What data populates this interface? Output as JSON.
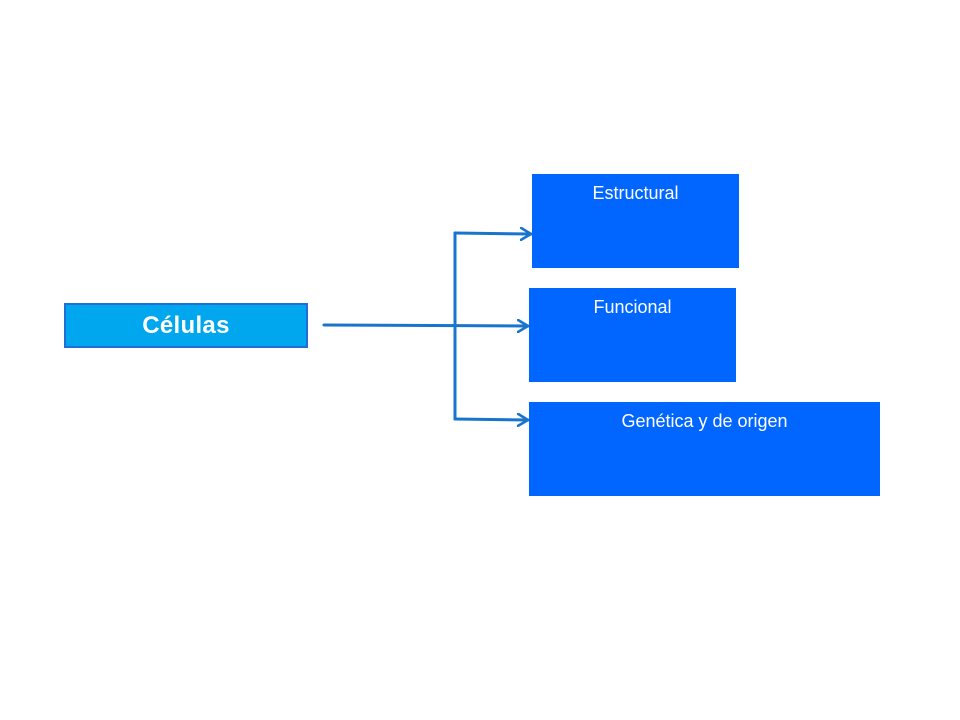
{
  "colors": {
    "root_fill": "#00a6ee",
    "root_border": "#1f6fd6",
    "child_fill": "#0066ff",
    "connector": "#1874cd",
    "text": "#ffffff"
  },
  "diagram": {
    "root": {
      "label": "Células"
    },
    "children": [
      {
        "label": "Estructural"
      },
      {
        "label": "Funcional"
      },
      {
        "label": "Genética y de origen"
      }
    ]
  }
}
